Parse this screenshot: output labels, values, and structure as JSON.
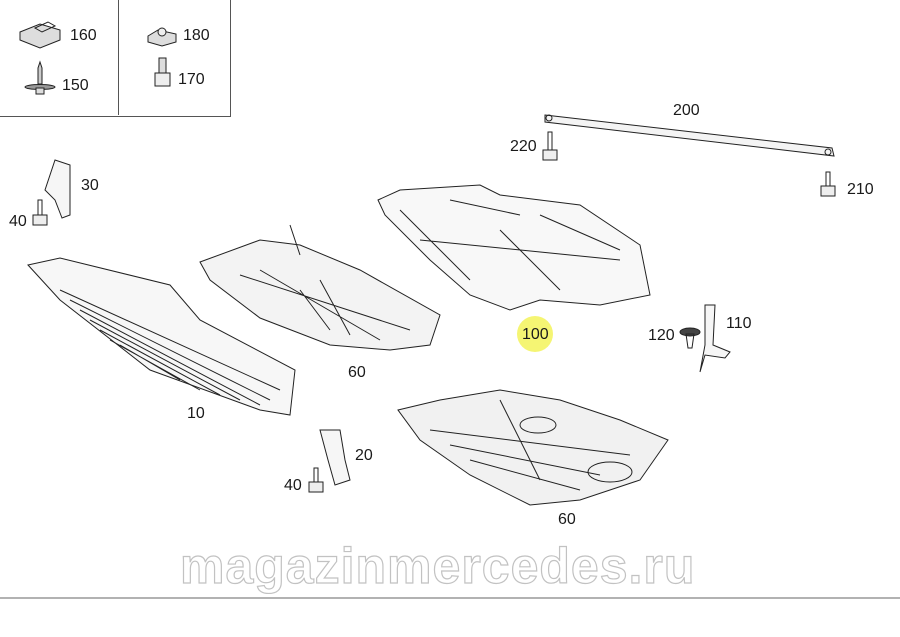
{
  "legend_box": {
    "items": [
      {
        "id": "160",
        "icon": "clip-nut-icon"
      },
      {
        "id": "150",
        "icon": "screw-with-washer-icon"
      },
      {
        "id": "180",
        "icon": "speed-nut-icon"
      },
      {
        "id": "170",
        "icon": "hex-bolt-icon"
      }
    ]
  },
  "callouts": {
    "c200": "200",
    "c220": "220",
    "c210": "210",
    "c30": "30",
    "c40a": "40",
    "c60a": "60",
    "c100": "100",
    "c120": "120",
    "c110": "110",
    "c10": "10",
    "c20": "20",
    "c40b": "40",
    "c60b": "60"
  },
  "highlight": {
    "callout": "100",
    "color": "#f3f35a"
  },
  "watermark": "magazinmercedes.ru"
}
